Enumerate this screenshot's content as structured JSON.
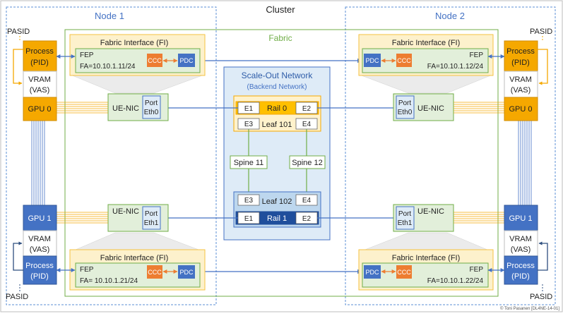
{
  "cluster": {
    "title": "Cluster"
  },
  "fabric": {
    "title": "Fabric"
  },
  "nodes": [
    {
      "title": "Node 1"
    },
    {
      "title": "Node 2"
    }
  ],
  "pasid_label": "PASID",
  "fi": {
    "title": "Fabric Interface (FI)",
    "fep": "FEP",
    "ccc": "CCC",
    "pdc": "PDC",
    "fa_n1_top": "FA=10.10.1.11/24",
    "fa_n2_top": "FA=10.10.1.12/24",
    "fa_n1_bot": "FA= 10.10.1.21/24",
    "fa_n2_bot": "FA=10.10.1.22/24"
  },
  "host": {
    "process": [
      "Process",
      "(PID)"
    ],
    "vram": [
      "VRAM",
      "(VAS)"
    ],
    "gpu0": "GPU 0",
    "gpu1": "GPU 1"
  },
  "nic": {
    "label": "UE-NIC",
    "port": "Port",
    "eth0": "Eth0",
    "eth1": "Eth1"
  },
  "network": {
    "title": "Scale-Out Network",
    "subtitle": "(Backend Network)",
    "rail0": "Rail 0",
    "rail1": "Rail 1",
    "leaf101": "Leaf 101",
    "leaf102": "Leaf 102",
    "spine11": "Spine 11",
    "spine12": "Spine 12",
    "e1": "E1",
    "e2": "E2",
    "e3": "E3",
    "e4": "E4"
  },
  "copyright": "© Toni Pasanen [DL4NE-14-01]",
  "colors": {
    "node_border": "#5b8fd6",
    "fabric_green": "#70ad47",
    "gpu_orange": "#f5a800",
    "gpu_blue": "#4472c4",
    "ccc_orange": "#ed7d31",
    "pdc_blue": "#4472c4",
    "fi_bg": "#fdf1cc",
    "nic_bg": "#e2efda",
    "net_bg": "#deebf7",
    "rail_orange": "#ffc000"
  }
}
